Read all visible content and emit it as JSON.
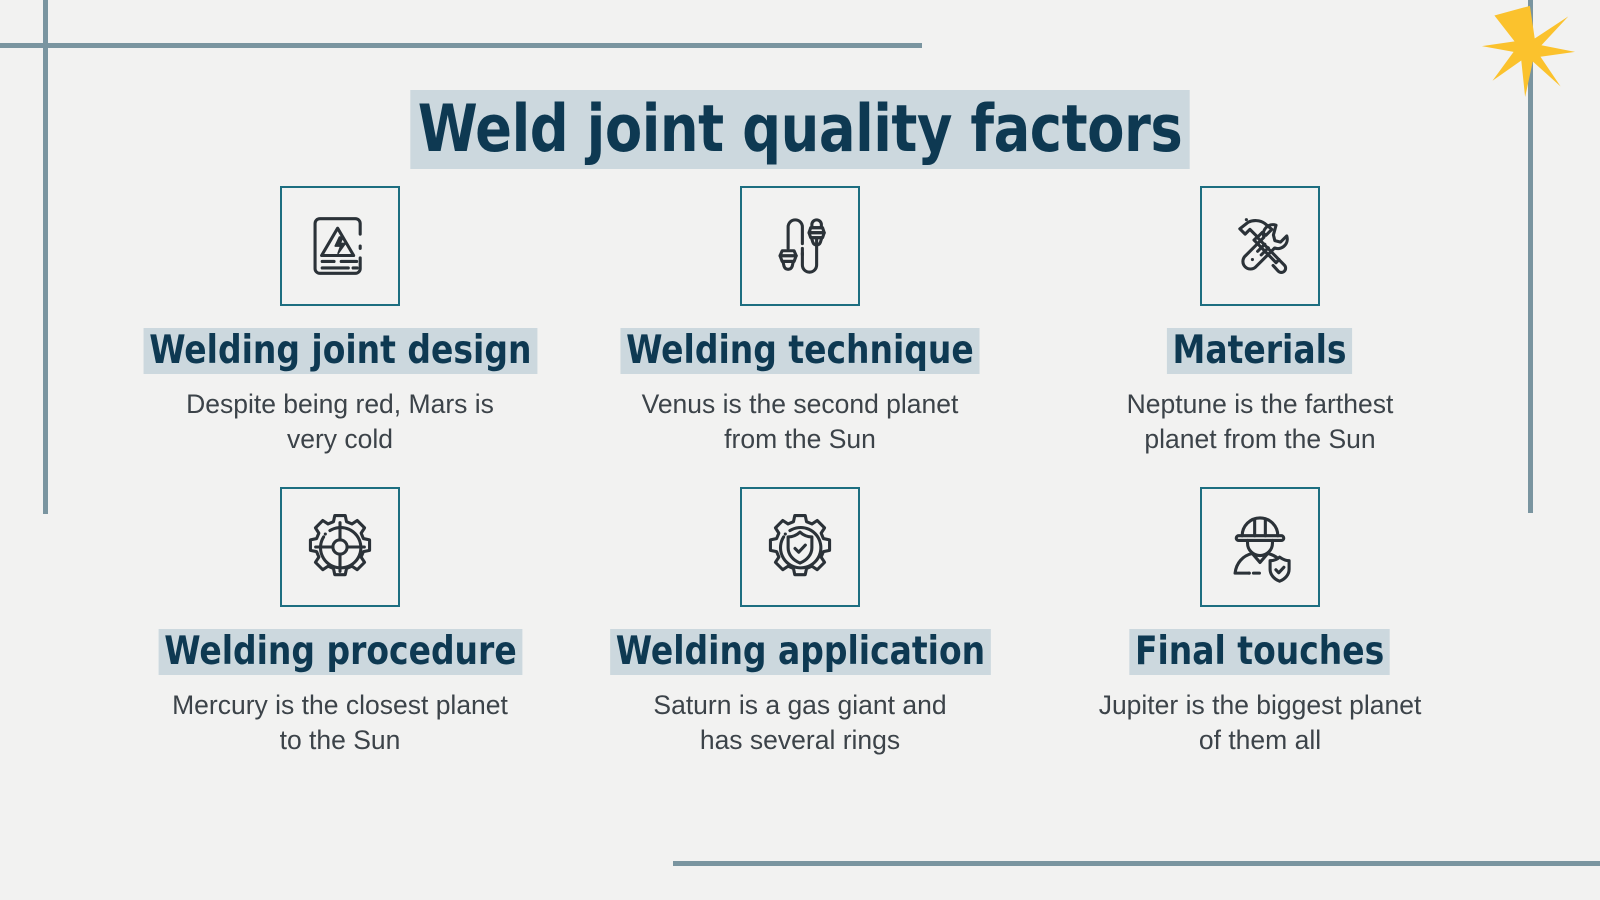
{
  "slide": {
    "title": "Weld joint quality factors",
    "background_color": "#f2f2f1",
    "accent_color": "#1d6e80",
    "highlight_color": "#ccd8de",
    "heading_text_color": "#0e3952",
    "rule_color": "#7a95a0",
    "sparkle_color": "#fbc22d"
  },
  "decor": {
    "sparkle_name": "star-sparkle",
    "rule_top_name": "horizontal-rule-top",
    "rule_left_name": "vertical-rule-left",
    "rule_right_name": "vertical-rule-right",
    "rule_bottom_name": "horizontal-rule-bottom"
  },
  "cells": [
    {
      "icon": "electrical-hazard-document-icon",
      "heading": "Welding joint design",
      "body": "Despite being red, Mars is very cold"
    },
    {
      "icon": "earplugs-icon",
      "heading": "Welding technique",
      "body": "Venus is the second planet from the Sun"
    },
    {
      "icon": "hammer-wrench-icon",
      "heading": "Materials",
      "body": "Neptune is the farthest planet from the Sun"
    },
    {
      "icon": "gear-target-icon",
      "heading": "Welding procedure",
      "body": "Mercury is the closest planet to the Sun"
    },
    {
      "icon": "gear-shield-check-icon",
      "heading": "Welding application",
      "body": "Saturn is a gas giant and has several rings"
    },
    {
      "icon": "worker-helmet-shield-icon",
      "heading": "Final touches",
      "body": "Jupiter is the biggest planet of them all"
    }
  ]
}
